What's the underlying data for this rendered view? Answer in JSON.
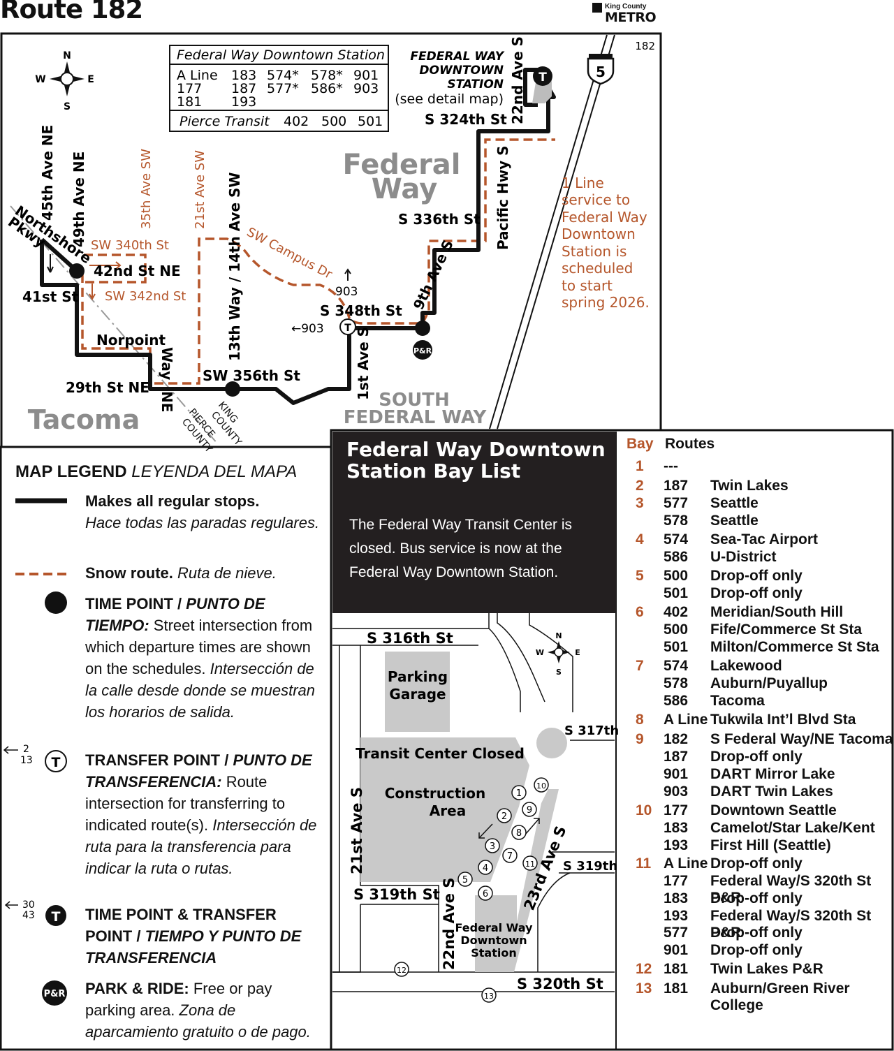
{
  "title": "Route 182",
  "logo": {
    "line1": "King County",
    "line2": "METRO"
  },
  "map": {
    "corner_label": "182",
    "compass": {
      "n": "N",
      "s": "S",
      "e": "E",
      "w": "W"
    },
    "interstate": "5",
    "station_table": {
      "title": "Federal Way Downtown Station",
      "rows": [
        [
          "A Line",
          "183",
          "574*",
          "578*",
          "901"
        ],
        [
          "177",
          "187",
          "577*",
          "586*",
          "903"
        ],
        [
          "181",
          "193",
          "",
          "",
          ""
        ]
      ],
      "pierce_label": "Pierce Transit",
      "pierce_routes": [
        "402",
        "500",
        "501"
      ]
    },
    "station_label": [
      "FEDERAL WAY",
      "DOWNTOWN",
      "STATION"
    ],
    "see_detail": "(see detail map)",
    "areas": {
      "federal_way": [
        "Federal",
        "Way"
      ],
      "tacoma": "Tacoma",
      "south_federal_way": [
        "SOUTH",
        "FEDERAL WAY"
      ]
    },
    "streets": {
      "s324": "S 324th St",
      "ave22": "22nd Ave S",
      "pacific": "Pacific Hwy S",
      "s336": "S 336th St",
      "ave9": "9th Ave S",
      "s348": "S 348th St",
      "ave1": "1st Ave S",
      "sw356": "SW 356th St",
      "campus": "SW Campus Dr",
      "ave13": "13th Way / 14th Ave SW",
      "ave21": "21st Ave SW",
      "ave35": "35th Ave SW",
      "sw340": "SW 340th St",
      "sw342": "SW 342nd St",
      "ne45": "45th Ave NE",
      "ne49": "49th Ave NE",
      "northshore": [
        "Northshore",
        "Pkwy"
      ],
      "nd42": "42nd St NE",
      "st41": "41st St",
      "norpoint": [
        "Norpoint",
        "Way",
        "NE"
      ],
      "ne29": "29th St NE",
      "pierce_county": [
        "PIERCE",
        "COUNTY"
      ],
      "king_county": [
        "KING",
        "COUNTY"
      ]
    },
    "transfers": {
      "t903a": "903",
      "t903b": "←903"
    },
    "pr": "P&R",
    "note": [
      "1 Line",
      "service to",
      "Federal Way",
      "Downtown",
      "Station is",
      "scheduled",
      "to start",
      "spring 2026."
    ]
  },
  "legend": {
    "title": "MAP LEGEND",
    "title_es": "LEYENDA DEL MAPA",
    "items": [
      {
        "bold": "Makes all regular stops.",
        "es": "Hace todas las paradas regulares."
      },
      {
        "bold": "Snow route.",
        "es": "Ruta de nieve."
      },
      {
        "bold": "TIME POINT / ",
        "bold_es": "PUNTO DE TIEMPO:",
        "text": "Street intersection from which departure times are shown on the schedules.",
        "es": "Intersección de la calle desde donde se muestran los horarios de salida."
      },
      {
        "bold": "TRANSFER POINT / ",
        "bold_es": "PUNTO DE TRANSFERENCIA:",
        "text": "Route intersection for transferring to indicated route(s).",
        "es": "Intersección de ruta para la transferencia para indicar la ruta o rutas."
      },
      {
        "bold": "TIME POINT & TRANSFER POINT / ",
        "bold_es": "TIEMPO Y PUNTO DE TRANSFERENCIA"
      },
      {
        "bold": "PARK & RIDE:",
        "text": "Free or pay parking area.",
        "es": "Zona de aparcamiento gratuito o de pago."
      }
    ],
    "sym_transfer_nums": [
      "2",
      "13"
    ],
    "sym_timepoint_nums": [
      "30",
      "43"
    ],
    "sym_pr": "P&R"
  },
  "bay_list": {
    "title": [
      "Federal Way Downtown",
      "Station Bay List"
    ],
    "notice": "The Federal Way Transit Center is closed. Bus service is now at the Federal Way Downtown Station."
  },
  "detail_map": {
    "streets": {
      "s316": "S 316th St",
      "s317": "S 317th",
      "ave21": "21st Ave S",
      "s319w": "S 319th St",
      "s319e": "S 319th",
      "ave22": "22nd Ave S",
      "ave23": "23rd Ave S",
      "s320": "S 320th St"
    },
    "parking": [
      "Parking",
      "Garage"
    ],
    "closed": "Transit Center Closed",
    "construction": [
      "Construction",
      "Area"
    ],
    "station": [
      "Federal Way",
      "Downtown",
      "Station"
    ],
    "bays": [
      "1",
      "2",
      "3",
      "4",
      "5",
      "6",
      "7",
      "8",
      "9",
      "10",
      "11",
      "12",
      "13"
    ]
  },
  "bay_table": {
    "headers": {
      "bay": "Bay",
      "routes": "Routes"
    },
    "rows": [
      {
        "bay": "1",
        "route": "---",
        "dest": ""
      },
      {
        "bay": "2",
        "route": "187",
        "dest": "Twin Lakes"
      },
      {
        "bay": "3",
        "route": "577",
        "dest": "Seattle"
      },
      {
        "bay": "",
        "route": "578",
        "dest": "Seattle"
      },
      {
        "bay": "4",
        "route": "574",
        "dest": "Sea-Tac Airport"
      },
      {
        "bay": "",
        "route": "586",
        "dest": "U-District"
      },
      {
        "bay": "5",
        "route": "500",
        "dest": "Drop-off only"
      },
      {
        "bay": "",
        "route": "501",
        "dest": "Drop-off only"
      },
      {
        "bay": "6",
        "route": "402",
        "dest": "Meridian/South Hill"
      },
      {
        "bay": "",
        "route": "500",
        "dest": "Fife/Commerce St Sta"
      },
      {
        "bay": "",
        "route": "501",
        "dest": "Milton/Commerce St Sta"
      },
      {
        "bay": "7",
        "route": "574",
        "dest": "Lakewood"
      },
      {
        "bay": "",
        "route": "578",
        "dest": "Auburn/Puyallup"
      },
      {
        "bay": "",
        "route": "586",
        "dest": "Tacoma"
      },
      {
        "bay": "8",
        "route": "A Line",
        "dest": "Tukwila Int’l Blvd Sta"
      },
      {
        "bay": "9",
        "route": "182",
        "dest": "S Federal Way/NE Tacoma"
      },
      {
        "bay": "",
        "route": "187",
        "dest": "Drop-off only"
      },
      {
        "bay": "",
        "route": "901",
        "dest": "DART Mirror Lake"
      },
      {
        "bay": "",
        "route": "903",
        "dest": "DART Twin Lakes"
      },
      {
        "bay": "10",
        "route": "177",
        "dest": "Downtown Seattle"
      },
      {
        "bay": "",
        "route": "183",
        "dest": "Camelot/Star Lake/Kent"
      },
      {
        "bay": "",
        "route": "193",
        "dest": "First Hill (Seattle)"
      },
      {
        "bay": "11",
        "route": "A Line",
        "dest": "Drop-off only"
      },
      {
        "bay": "",
        "route": "177",
        "dest": "Federal Way/S 320th St P&R"
      },
      {
        "bay": "",
        "route": "183",
        "dest": "Drop-off only"
      },
      {
        "bay": "",
        "route": "193",
        "dest": "Federal Way/S 320th St P&R"
      },
      {
        "bay": "",
        "route": "577",
        "dest": "Drop-off only"
      },
      {
        "bay": "",
        "route": "901",
        "dest": "Drop-off only"
      },
      {
        "bay": "12",
        "route": "181",
        "dest": "Twin Lakes P&R"
      },
      {
        "bay": "13",
        "route": "181",
        "dest": "Auburn/Green River College"
      }
    ]
  }
}
